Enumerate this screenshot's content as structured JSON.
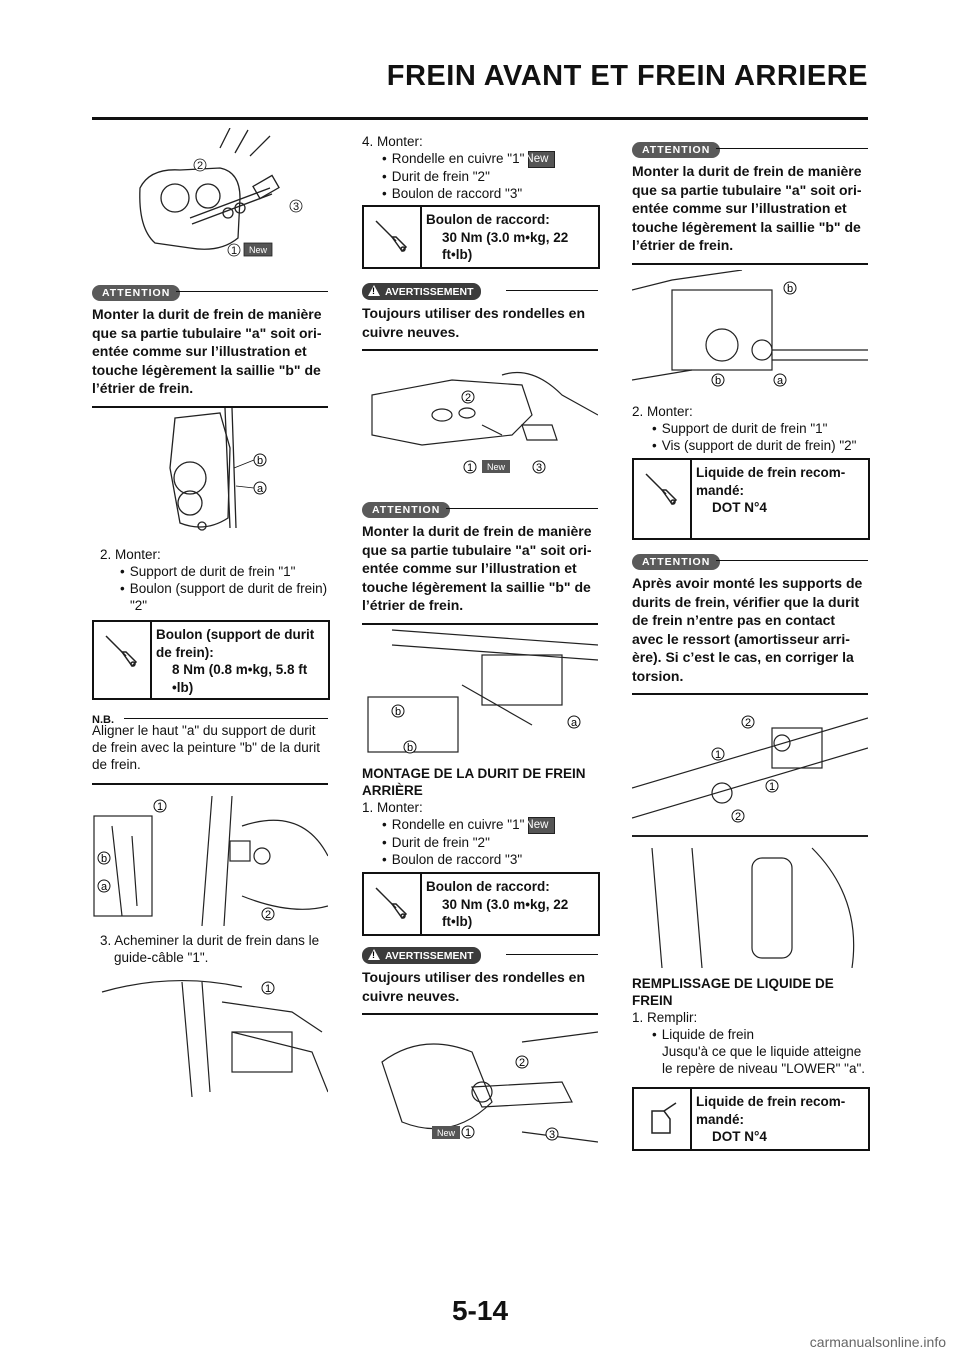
{
  "header": {
    "title": "FREIN AVANT ET FREIN ARRIERE"
  },
  "page_number": "5-14",
  "watermark": "carmanualsonline.info",
  "labels": {
    "new": "New",
    "c1": "1",
    "c2": "2",
    "c3": "3",
    "ca": "a",
    "cb": "b"
  },
  "attention_label": "ATTENTION",
  "warning_label": "AVERTISSEMENT",
  "nb_label": "N.B.",
  "attention_align": "Monter la durit de frein de manière que sa partie tubulaire \"a\" soit ori-entée comme sur l’illustration et touche légèrement la saillie \"b\" de l’étrier de frein.",
  "warning_text": "Toujours utiliser des rondelles en cuivre neuves.",
  "col1": {
    "step2": "2. Monter:",
    "step2_b1": "Support de durit de frein \"1\"",
    "step2_b2": "Boulon (support de durit de frein) \"2\"",
    "spec_title": "Boulon (support de durit de frein):",
    "spec_value": "8 Nm (0.8 m•kg, 5.8 ft •lb)",
    "nb_text": "Aligner le haut \"a\" du support de durit de frein avec la peinture \"b\" de la durit de frein.",
    "step3": "3. Acheminer la durit de frein dans le guide-câble \"1\"."
  },
  "col2": {
    "step4": "4. Monter:",
    "b1": "Rondelle en cuivre \"1\"",
    "b2": "Durit de frein \"2\"",
    "b3": "Boulon de raccord \"3\"",
    "spec_title": "Boulon de raccord:",
    "spec_value": "30 Nm (3.0 m•kg, 22 ft•lb)",
    "section": "MONTAGE DE LA DURIT DE FREIN ARRIÈRE",
    "step1": "1. Monter:"
  },
  "col3": {
    "step2": "2. Monter:",
    "b1": "Support de durit de frein \"1\"",
    "b2": "Vis (support de durit de frein) \"2\"",
    "spec_title": "Liquide de frein recom-mandé:",
    "spec_value": "DOT N°4",
    "attention2": "Après avoir monté les supports de durits de frein, vérifier que la durit de frein n’entre pas en contact avec le ressort (amortisseur arri-ère). Si c’est le cas, en corriger la torsion.",
    "section": "REMPLISSAGE DE LIQUIDE DE FREIN",
    "step1": "1. Remplir:",
    "b_fluid": "Liquide de frein",
    "fluid_note": "Jusqu'à ce que le liquide atteigne le repère de niveau \"LOWER\" \"a\"."
  }
}
